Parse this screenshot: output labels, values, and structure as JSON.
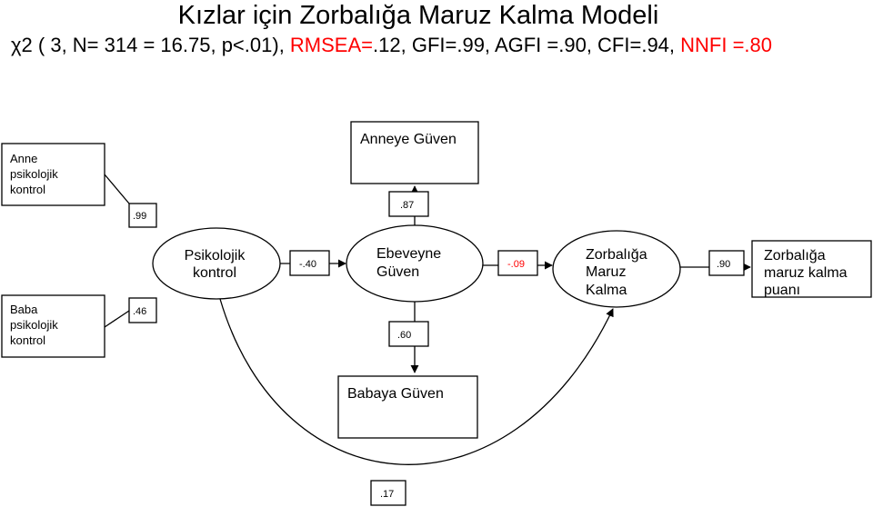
{
  "title": "Kızlar için Zorbalığa Maruz Kalma Modeli",
  "stats": {
    "part1": "χ2 ( 3, N= 314 = 16.75, p<.01), ",
    "rmsea_label": "RMSEA=",
    "rmsea_value": ".12",
    "part2": ", GFI=.99, AGFI =.90, CFI=.94, ",
    "nnfi": "NNFI =.80"
  },
  "colors": {
    "highlight": "#ff0000",
    "line": "#000000"
  },
  "nodes": {
    "anne_line1": "Anne",
    "anne_line2": "psikolojik",
    "anne_line3": "kontrol",
    "baba_line1": "Baba",
    "baba_line2": "psikolojik",
    "baba_line3": "kontrol",
    "pk_line1": "Psikolojik",
    "pk_line2": "kontrol",
    "eg_line1": "Ebeveyne",
    "eg_line2": "Güven",
    "zm_line1": "Zorbalığa",
    "zm_line2": "Maruz",
    "zm_line3": "Kalma",
    "zp_line1": "Zorbalığa",
    "zp_line2": "maruz kalma",
    "zp_line3": "puanı",
    "anneye": "Anneye Güven",
    "babaya": "Babaya Güven"
  },
  "coefficients": {
    "anne_pk": ".99",
    "baba_pk": ".46",
    "eg_anneye": ".87",
    "eg_babaya": ".60",
    "pk_eg": "-.40",
    "eg_zm": "-.09",
    "zm_zp": ".90",
    "pk_zm": ".17"
  }
}
